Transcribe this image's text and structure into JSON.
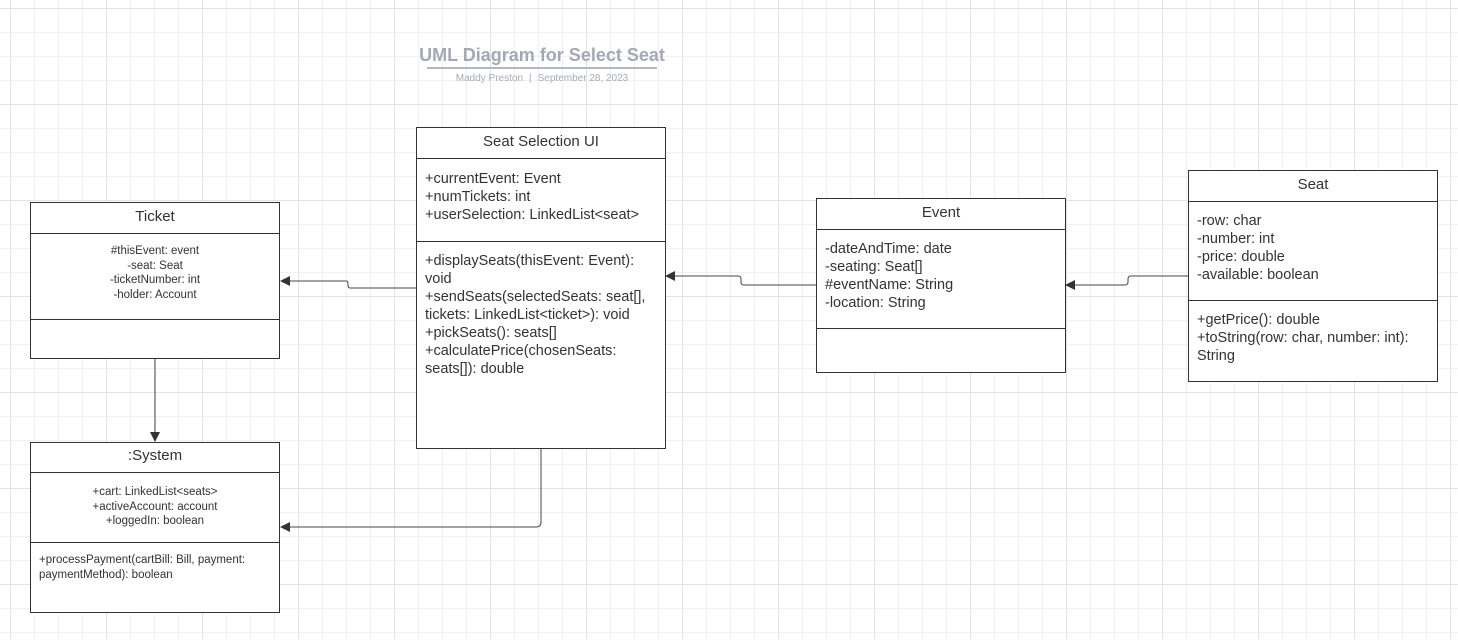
{
  "header": {
    "title": "UML Diagram for Select Seat",
    "author": "Maddy Preston",
    "separator": "|",
    "date": "September 28, 2023"
  },
  "classes": {
    "ticket": {
      "name": "Ticket",
      "attributes": [
        "#thisEvent: event",
        "-seat: Seat",
        "-ticketNumber: int",
        "-holder: Account"
      ],
      "methods": []
    },
    "system": {
      "name": ":System",
      "attributes": [
        "+cart: LinkedList<seats>",
        "+activeAccount: account",
        "+loggedIn: boolean"
      ],
      "methods": [
        "+processPayment(cartBill: Bill, payment: paymentMethod): boolean"
      ]
    },
    "seat_selection_ui": {
      "name": "Seat Selection UI",
      "attributes": [
        "+currentEvent: Event",
        "+numTickets: int",
        "+userSelection: LinkedList<seat>"
      ],
      "methods": [
        "+displaySeats(thisEvent: Event): void",
        "+sendSeats(selectedSeats: seat[], tickets: LinkedList<ticket>): void",
        "+pickSeats(): seats[]",
        "+calculatePrice(chosenSeats: seats[]): double"
      ]
    },
    "event": {
      "name": "Event",
      "attributes": [
        "-dateAndTime: date",
        "-seating: Seat[]",
        "#eventName: String",
        "-location: String"
      ],
      "methods": []
    },
    "seat": {
      "name": "Seat",
      "attributes": [
        "-row: char",
        "-number: int",
        "-price: double",
        "-available: boolean"
      ],
      "methods": [
        "+getPrice(): double",
        "+toString(row: char, number: int): String"
      ]
    }
  }
}
